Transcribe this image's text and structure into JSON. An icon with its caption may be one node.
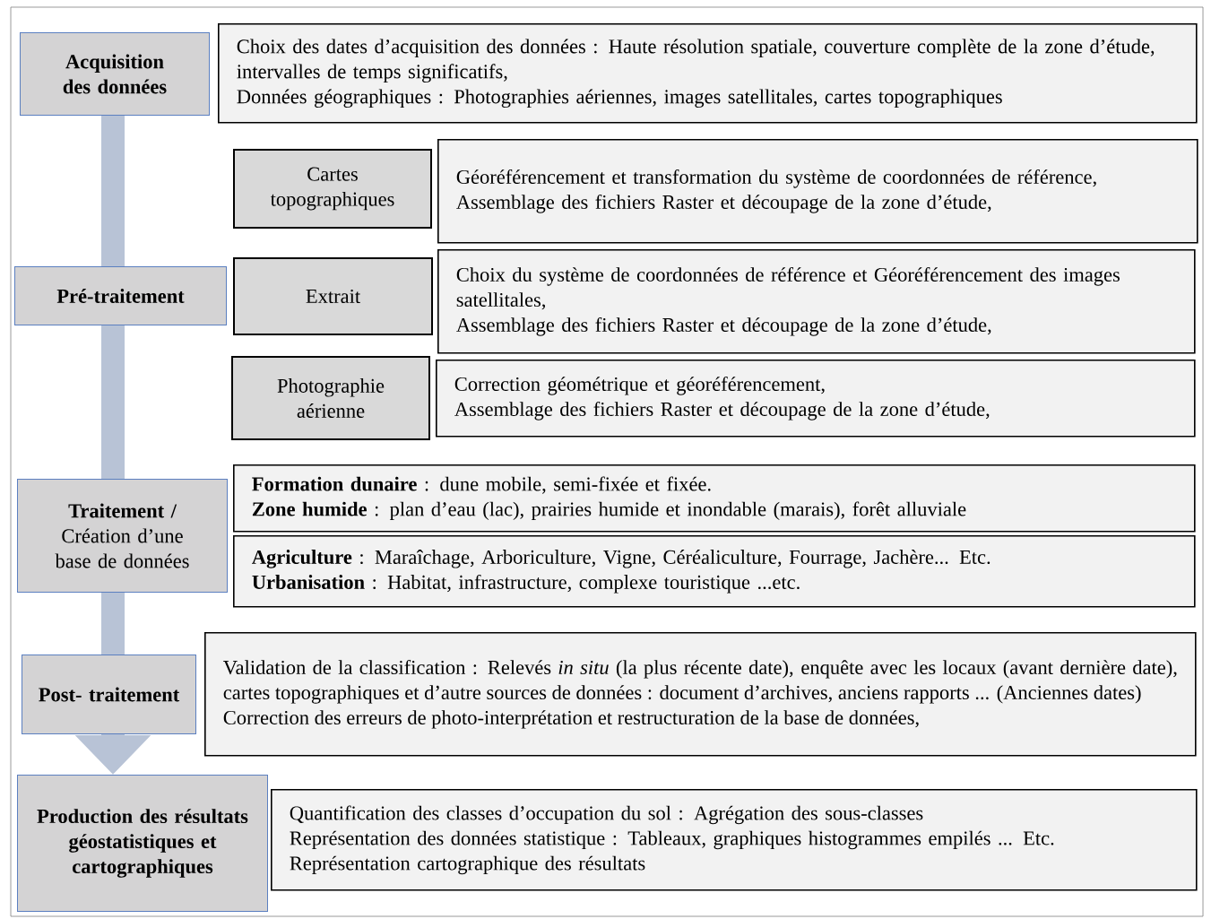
{
  "diagram": {
    "nodes": [
      {
        "text": [
          "Acquisition des données"
        ]
      },
      {
        "text": [
          "Choix des dates d’acquisition des données : Haute résolution spatiale, couverture complète de la zone d’étude, intervalles de temps significatifs,",
          "Données géographiques : Photographies aériennes, images satellitales, cartes topographiques"
        ]
      },
      {
        "text": [
          "Cartes topographiques"
        ]
      },
      {
        "text": [
          "Géoréférencement et transformation du système de coordonnées de référence,",
          "Assemblage des fichiers Raster et découpage de la zone d’étude,"
        ]
      },
      {
        "text": [
          "Pré-traitement"
        ]
      },
      {
        "text": [
          "Extrait"
        ]
      },
      {
        "text": [
          "Choix du système de coordonnées de référence et Géoréférencement des images satellitales,",
          "Assemblage des fichiers Raster et découpage de la zone d’étude,"
        ]
      },
      {
        "text": [
          "Photographie aérienne"
        ]
      },
      {
        "text": [
          "Correction géométrique et géoréférencement,",
          "Assemblage des fichiers Raster et découpage de la zone d’étude,"
        ]
      },
      {
        "text": [
          "Traitement /",
          "Création d’une base de données"
        ]
      },
      {
        "text": [
          "**Formation dunaire** : dune mobile, semi-fixée et fixée.",
          "**Zone humide** : plan d’eau (lac), prairies humide et inondable (marais), forêt alluviale"
        ]
      },
      {
        "text": [
          "**Agriculture** : Maraîchage, Arboriculture, Vigne, Céréaliculture, Fourrage, Jachère... Etc.",
          "**Urbanisation** : Habitat, infrastructure, complexe touristique ...etc."
        ]
      },
      {
        "text": [
          "Post- traitement"
        ]
      },
      {
        "text": [
          "Validation de la classification : Relevés *in situ* (la plus récente date), enquête avec les locaux (avant dernière date), cartes topographiques et d’autre sources de données : document d’archives, anciens rapports ... (Anciennes dates)",
          "Correction des erreurs de photo-interprétation et restructuration de la base de données,"
        ]
      },
      {
        "text": [
          "Production des résultats géostatistiques et cartographiques"
        ]
      },
      {
        "text": [
          "Quantification des classes d’occupation du sol : Agrégation des sous-classes",
          "Représentation des données statistique : Tableaux, graphiques histogrammes empilés ... Etc.",
          "Représentation cartographique des résultats"
        ]
      }
    ],
    "edges": [
      {
        "from": 0,
        "to": 4,
        "arrow": "none"
      },
      {
        "from": 4,
        "to": 9,
        "arrow": "none"
      },
      {
        "from": 9,
        "to": 12,
        "arrow": "none"
      },
      {
        "from": 12,
        "to": 14,
        "arrow": "to"
      }
    ]
  }
}
